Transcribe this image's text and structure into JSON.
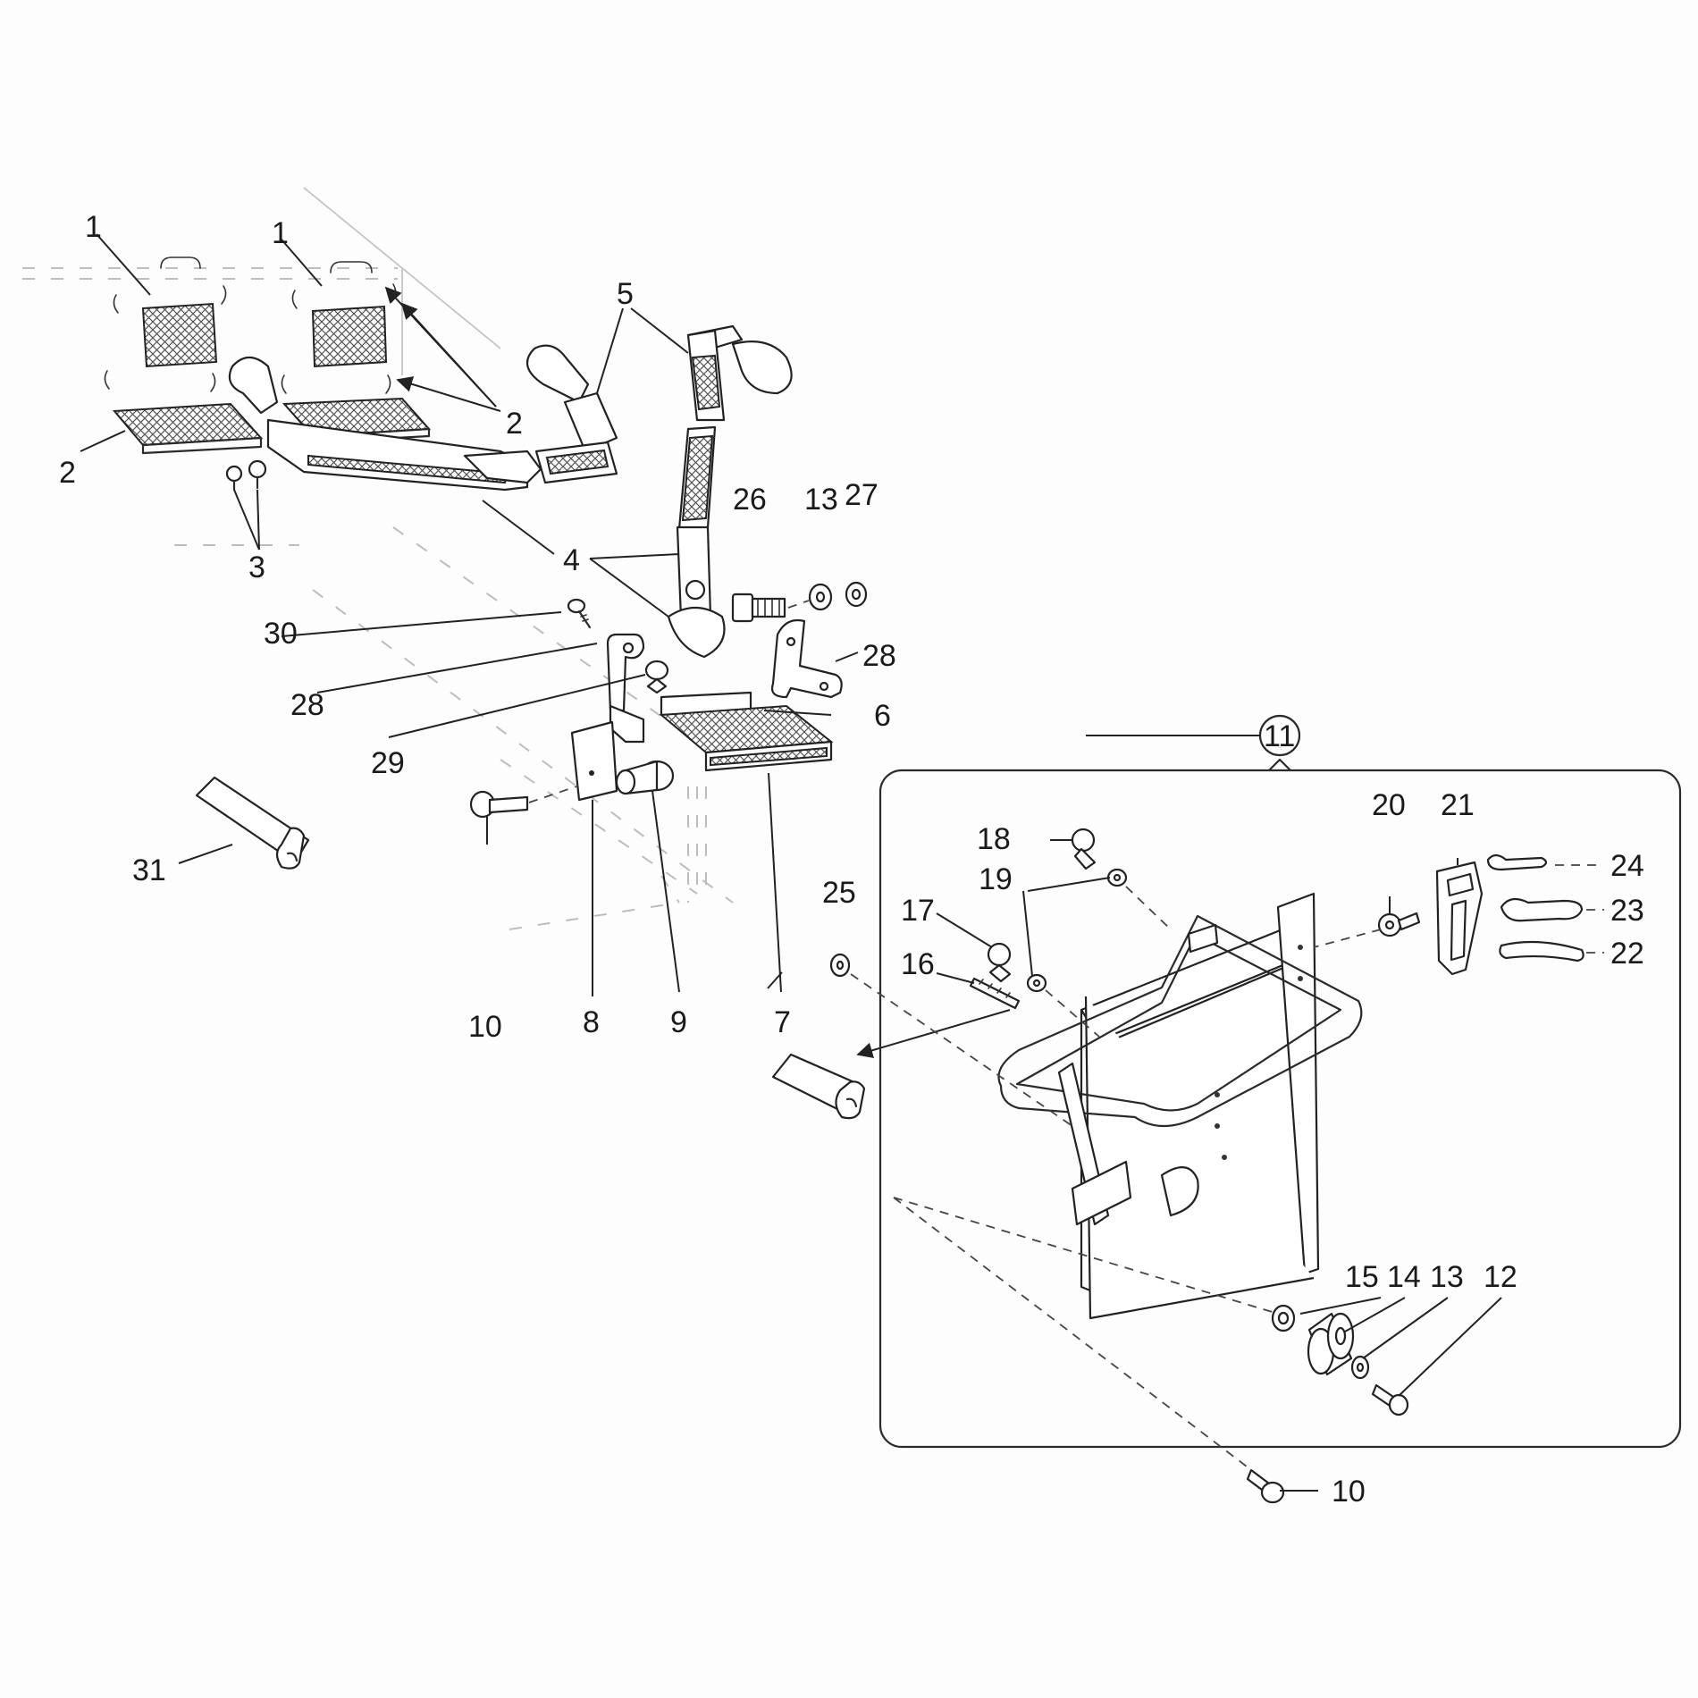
{
  "diagram": {
    "callouts": {
      "c1a": "1",
      "c1b": "1",
      "c2a": "2",
      "c2b": "2",
      "c3": "3",
      "c4": "4",
      "c5": "5",
      "c6": "6",
      "c7": "7",
      "c8": "8",
      "c9": "9",
      "c10a": "10",
      "c10b": "10",
      "c11": "11",
      "c12": "12",
      "c13a": "13",
      "c13b": "13",
      "c14": "14",
      "c15": "15",
      "c16": "16",
      "c17": "17",
      "c18": "18",
      "c19": "19",
      "c20": "20",
      "c21": "21",
      "c22": "22",
      "c23": "23",
      "c24": "24",
      "c25": "25",
      "c26": "26",
      "c27": "27",
      "c28a": "28",
      "c28b": "28",
      "c29": "29",
      "c30": "30",
      "c31": "31"
    },
    "colors": {
      "ink": "#222222",
      "ghost": "#bdbdbd",
      "paper": "#fdfdfd"
    }
  }
}
